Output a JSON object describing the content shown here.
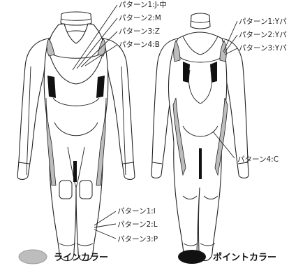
{
  "front_labels": {
    "chest_1": "パターン1:J-中",
    "chest_2": "パターン2:M",
    "chest_3": "パターン3:Z",
    "chest_4": "パターン4:B",
    "leg_1": "パターン1:I",
    "leg_2": "パターン2:L",
    "leg_3": "パターン3:P"
  },
  "back_labels": {
    "back_1": "パターン1:Yパ",
    "back_2": "パターン2:Yパ",
    "back_3": "パターン3:Yパ",
    "back_4": "パターン4:C"
  },
  "legend": {
    "line_color_label": "ラインカラー",
    "point_color_label": "ポイントカラー"
  },
  "colors": {
    "line_color": "#bdbdbd",
    "point_color": "#111111",
    "outline": "#222222"
  }
}
